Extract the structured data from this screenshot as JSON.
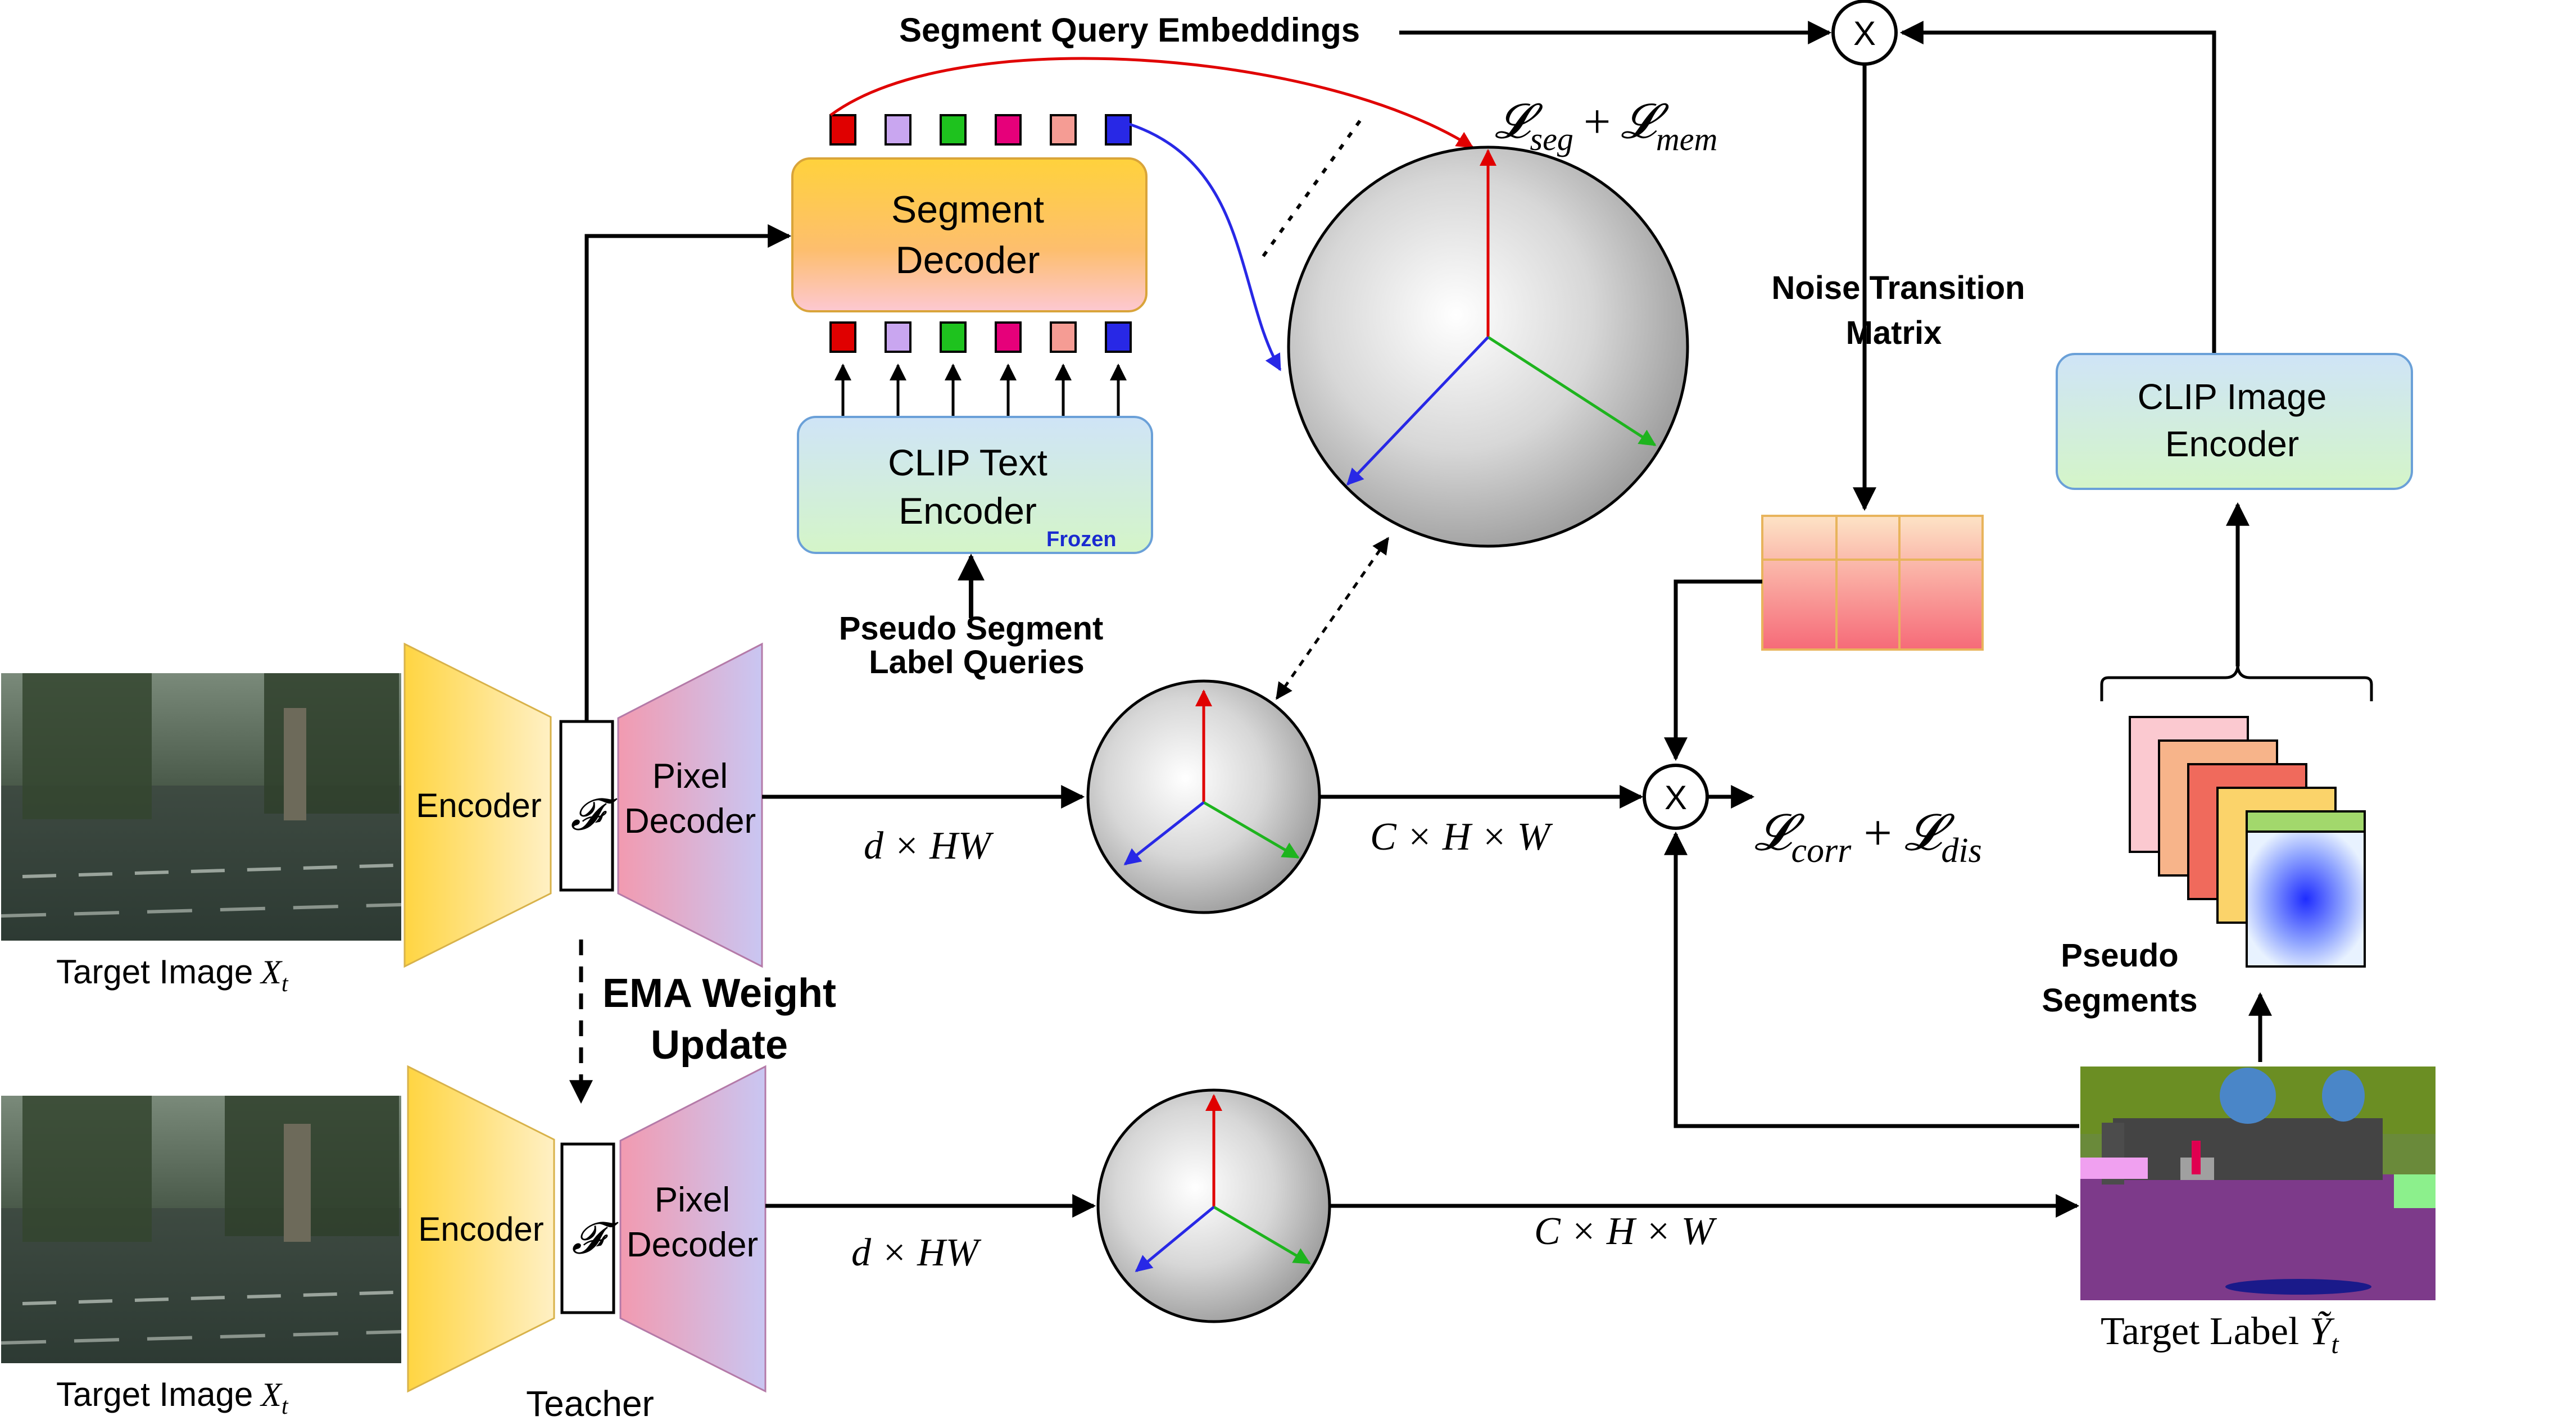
{
  "labels": {
    "segment_query_embeddings": "Segment Query Embeddings",
    "segment_decoder_line1": "Segment",
    "segment_decoder_line2": "Decoder",
    "clip_text_line1": "CLIP Text",
    "clip_text_line2": "Encoder",
    "frozen": "Frozen",
    "pseudo_queries_line1": "Pseudo Segment",
    "pseudo_queries_line2": "Label Queries",
    "noise_line1": "Noise Transition",
    "noise_line2": "Matrix",
    "clip_image_line1": "CLIP Image",
    "clip_image_line2": "Encoder",
    "pseudo_segments_line1": "Pseudo",
    "pseudo_segments_line2": "Segments",
    "encoder": "Encoder",
    "f_symbol": "𝓕",
    "pixel_line1": "Pixel",
    "pixel_line2": "Decoder",
    "target_image_prefix": "Target Image",
    "target_image_var": "X",
    "target_image_sub": "t",
    "ema_line1": "EMA Weight",
    "ema_line2": "Update",
    "teacher": "Teacher",
    "target_label_prefix": "Target Label",
    "target_label_var": "Ỹ",
    "target_label_sub": "t",
    "multiply": "X",
    "dim_dhw": "d × HW",
    "dim_chw": "C × H × W"
  },
  "losses": {
    "seg_mem": {
      "a": "𝓛",
      "a_sub": "seg",
      "op": "+",
      "b": "𝓛",
      "b_sub": "mem"
    },
    "corr_dis": {
      "a": "𝓛",
      "a_sub": "corr",
      "op": "+",
      "b": "𝓛",
      "b_sub": "dis"
    }
  },
  "colors": {
    "query_tokens": [
      "#e00000",
      "#c9a6f0",
      "#1ec21e",
      "#e6007a",
      "#f59c94",
      "#2828e6"
    ],
    "pseudo_segments": [
      "#fbc9d0",
      "#f7b48a",
      "#f06a5c",
      "#fbd36a",
      "#a2d86c"
    ],
    "arrow_red": "#e00000",
    "arrow_green": "#1eb41e",
    "arrow_blue": "#2828e6"
  }
}
